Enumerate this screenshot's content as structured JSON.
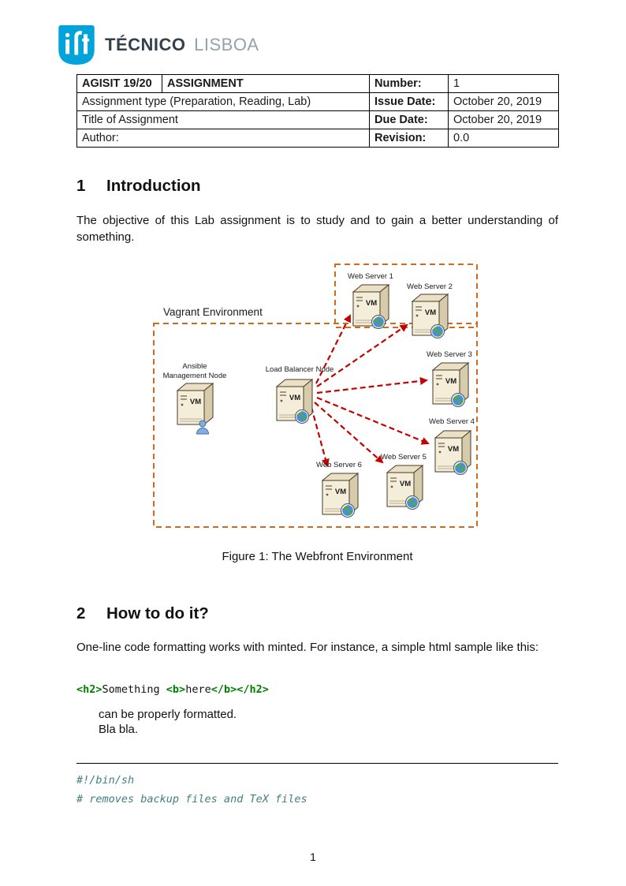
{
  "colors": {
    "logo_blue": "#00a3da",
    "env_box_orange": "#d2691e",
    "arrow_red": "#c40000",
    "code_tag_green": "#008000",
    "code_comment_teal": "#408080"
  },
  "logo": {
    "institution_bold": "TÉCNICO",
    "institution_light": "LISBOA"
  },
  "header_table": {
    "rows": [
      {
        "c1": "AGISIT 19/20",
        "c2": "ASSIGNMENT",
        "label": "Number:",
        "value": "1"
      },
      {
        "c1": "Assignment type (Preparation, Reading, Lab)",
        "label": "Issue Date:",
        "value": "October 20, 2019"
      },
      {
        "c1": "Title of Assignment",
        "label": "Due Date:",
        "value": "October 20, 2019"
      },
      {
        "c1": "Author:",
        "label": "Revision:",
        "value": "0.0"
      }
    ]
  },
  "section1": {
    "number": "1",
    "title": "Introduction",
    "body": "The objective of this Lab assignment is to study and to gain a better understanding of something."
  },
  "figure": {
    "environment_label": "Vagrant Environment",
    "vm_label": "VM",
    "nodes": {
      "ansible_line1": "Ansible",
      "ansible_line2": "Management Node",
      "load_balancer": "Load Balancer Node",
      "web_servers": [
        "Web Server 1",
        "Web Server 2",
        "Web Server 3",
        "Web Server 4",
        "Web Server 5",
        "Web Server 6"
      ]
    },
    "caption": "Figure 1: The Webfront Environment"
  },
  "section2": {
    "number": "2",
    "title": "How to do it?",
    "body": "One-line code formatting works with minted. For instance, a simple html sample like this:",
    "inline_code_segments": [
      {
        "t": "<h2>",
        "c": "tag"
      },
      {
        "t": "Something ",
        "c": "plain"
      },
      {
        "t": "<b>",
        "c": "tag"
      },
      {
        "t": "here",
        "c": "plain"
      },
      {
        "t": "</b>",
        "c": "tag"
      },
      {
        "t": "</h2>",
        "c": "tag"
      }
    ],
    "after_code_line1": "can be properly formatted.",
    "after_code_line2": "Bla bla."
  },
  "code_block": {
    "lines": [
      "#!/bin/sh",
      "# removes backup files and TeX files"
    ]
  },
  "footer": {
    "page_number": "1"
  }
}
